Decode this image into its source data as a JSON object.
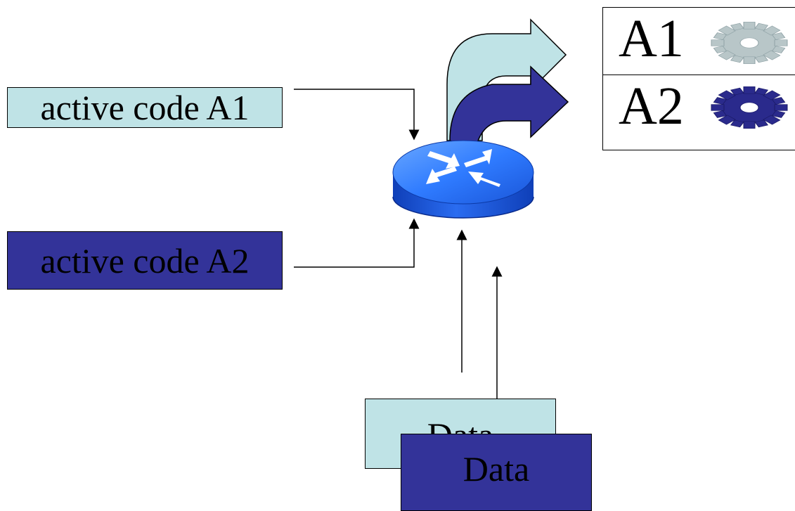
{
  "boxes": {
    "code_a1": "active code A1",
    "code_a2": "active code A2",
    "data_back": "Data",
    "data_front": "Data"
  },
  "table": {
    "rows": [
      {
        "label": "A1",
        "icon": "gear-icon",
        "color": "#b8c6c8"
      },
      {
        "label": "A2",
        "icon": "gear-icon",
        "color": "#2a2a8c"
      }
    ]
  },
  "colors": {
    "light_fill": "#bfe3e6",
    "dark_fill": "#333399",
    "router_body": "#1f5fe0",
    "router_top": "#3a86ff"
  }
}
